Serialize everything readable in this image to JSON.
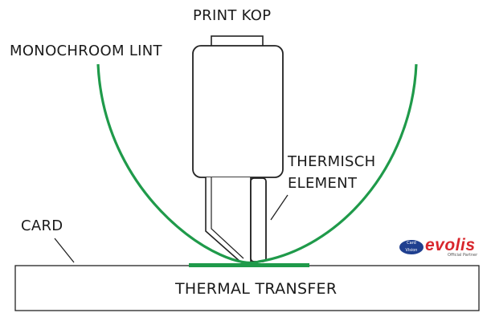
{
  "labels": {
    "print_head": "PRINT KOP",
    "ribbon": "MONOCHROOM LINT",
    "thermal_element_line1": "THERMISCH",
    "thermal_element_line2": "ELEMENT",
    "card": "CARD",
    "thermal_transfer": "THERMAL TRANSFER"
  },
  "logo": {
    "badge_line1": "Card",
    "badge_line2": "Vision",
    "brand": "evolis",
    "subtitle": "Official Partner"
  },
  "colors": {
    "ribbon": "#1f9a4a",
    "outline": "#222222",
    "brand_red": "#d8262c",
    "badge_blue": "#1f3f8f"
  }
}
